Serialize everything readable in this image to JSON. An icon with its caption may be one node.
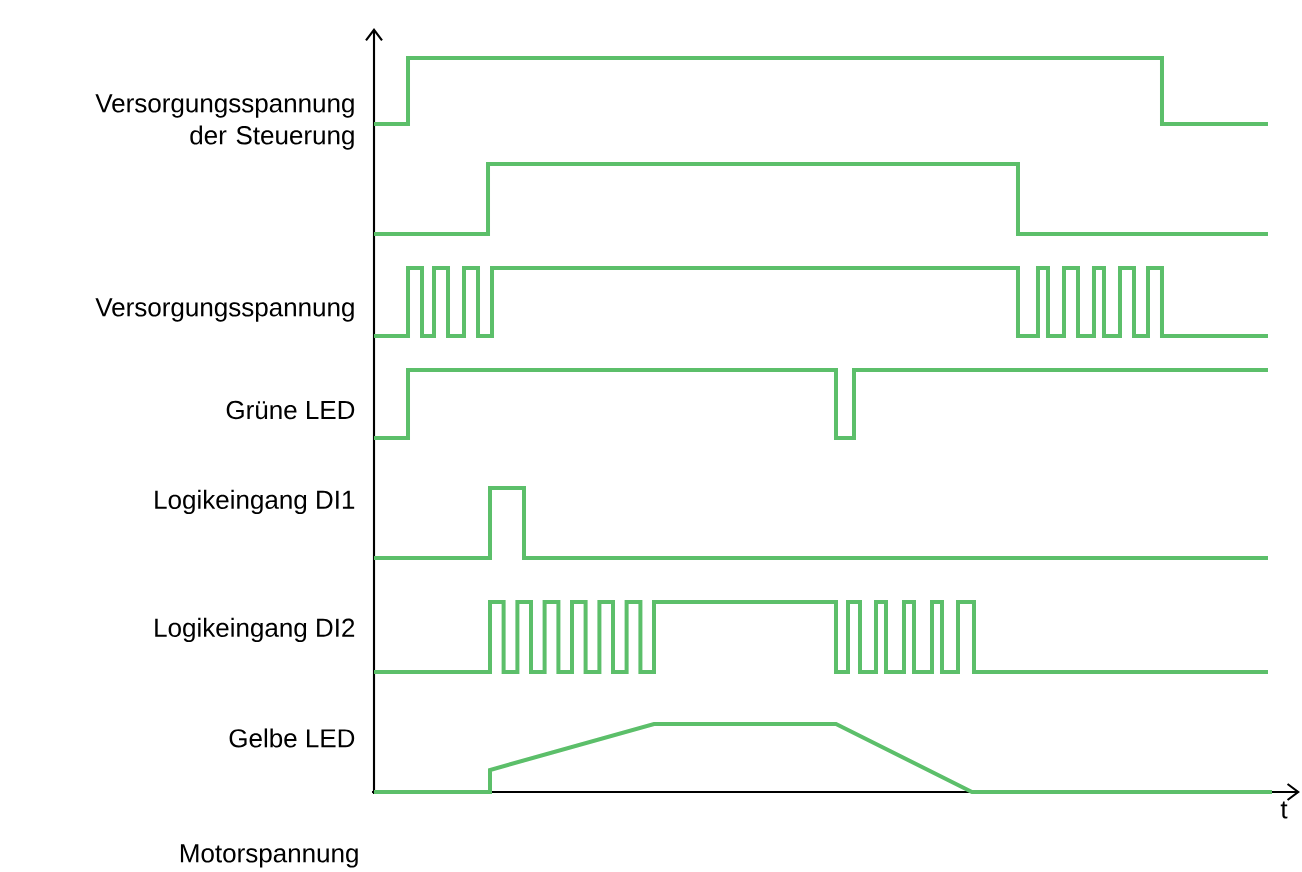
{
  "diagram": {
    "labels": [
      "Versorgungsspannung der Steuerung",
      "Versorgungsspannung",
      "Grüne LED",
      "Logikeingang DI1",
      "Logikeingang DI2",
      "Gelbe LED",
      "Motorspannung",
      "t"
    ]
  }
}
